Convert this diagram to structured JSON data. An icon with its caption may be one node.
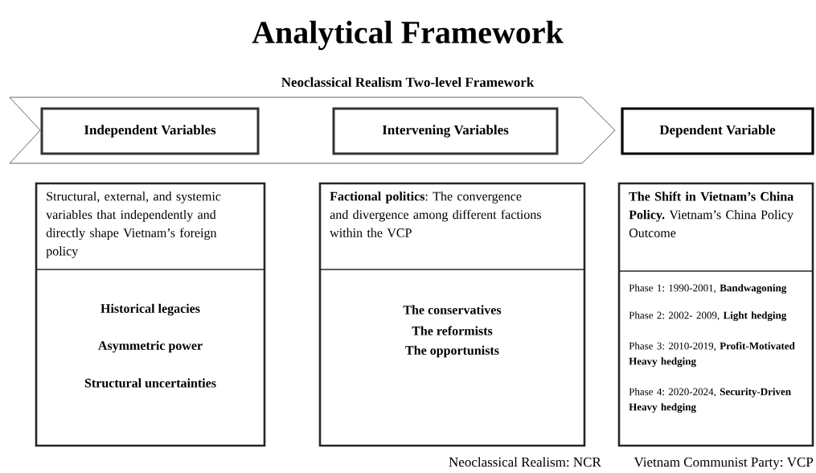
{
  "diagram": {
    "title": "Analytical Framework",
    "nodes": [
      {
        "text": [],
        "shape": "chevron"
      },
      {
        "text": [
          "Independent Variables"
        ],
        "in": 0
      },
      {
        "text": [
          "Intervening Variables"
        ],
        "in": 0
      },
      {
        "text": [
          "Dependent Variable"
        ]
      },
      {
        "text": [
          "Structural, external, and systemic variables that independently and directly shape Vietnam’s foreign policy",
          "Historical legacies",
          "Asymmetric power",
          "Structural uncertainties"
        ]
      },
      {
        "text": [
          "**Factional politics**: The convergence and divergence among different factions within the VCP",
          "The conservatives",
          "The reformists",
          "The opportunists"
        ]
      },
      {
        "text": [
          "**The Shift in Vietnam’s China Policy.** Vietnam’s China Policy Outcome",
          "Phase 1: 1990-2001, **Bandwagoning**",
          "Phase 2: 2002- 2009, **Light hedging**",
          "Phase 3: 2010-2019, **Profit-Motivated Heavy hedging**",
          "Phase 4: 2020-2024, **Security-Driven Heavy hedging**"
        ]
      }
    ],
    "labels": [
      "Neoclassical Realism Two-level Framework",
      "Neoclassical Realism: NCR",
      "Vietnam Communist Party: VCP"
    ]
  }
}
